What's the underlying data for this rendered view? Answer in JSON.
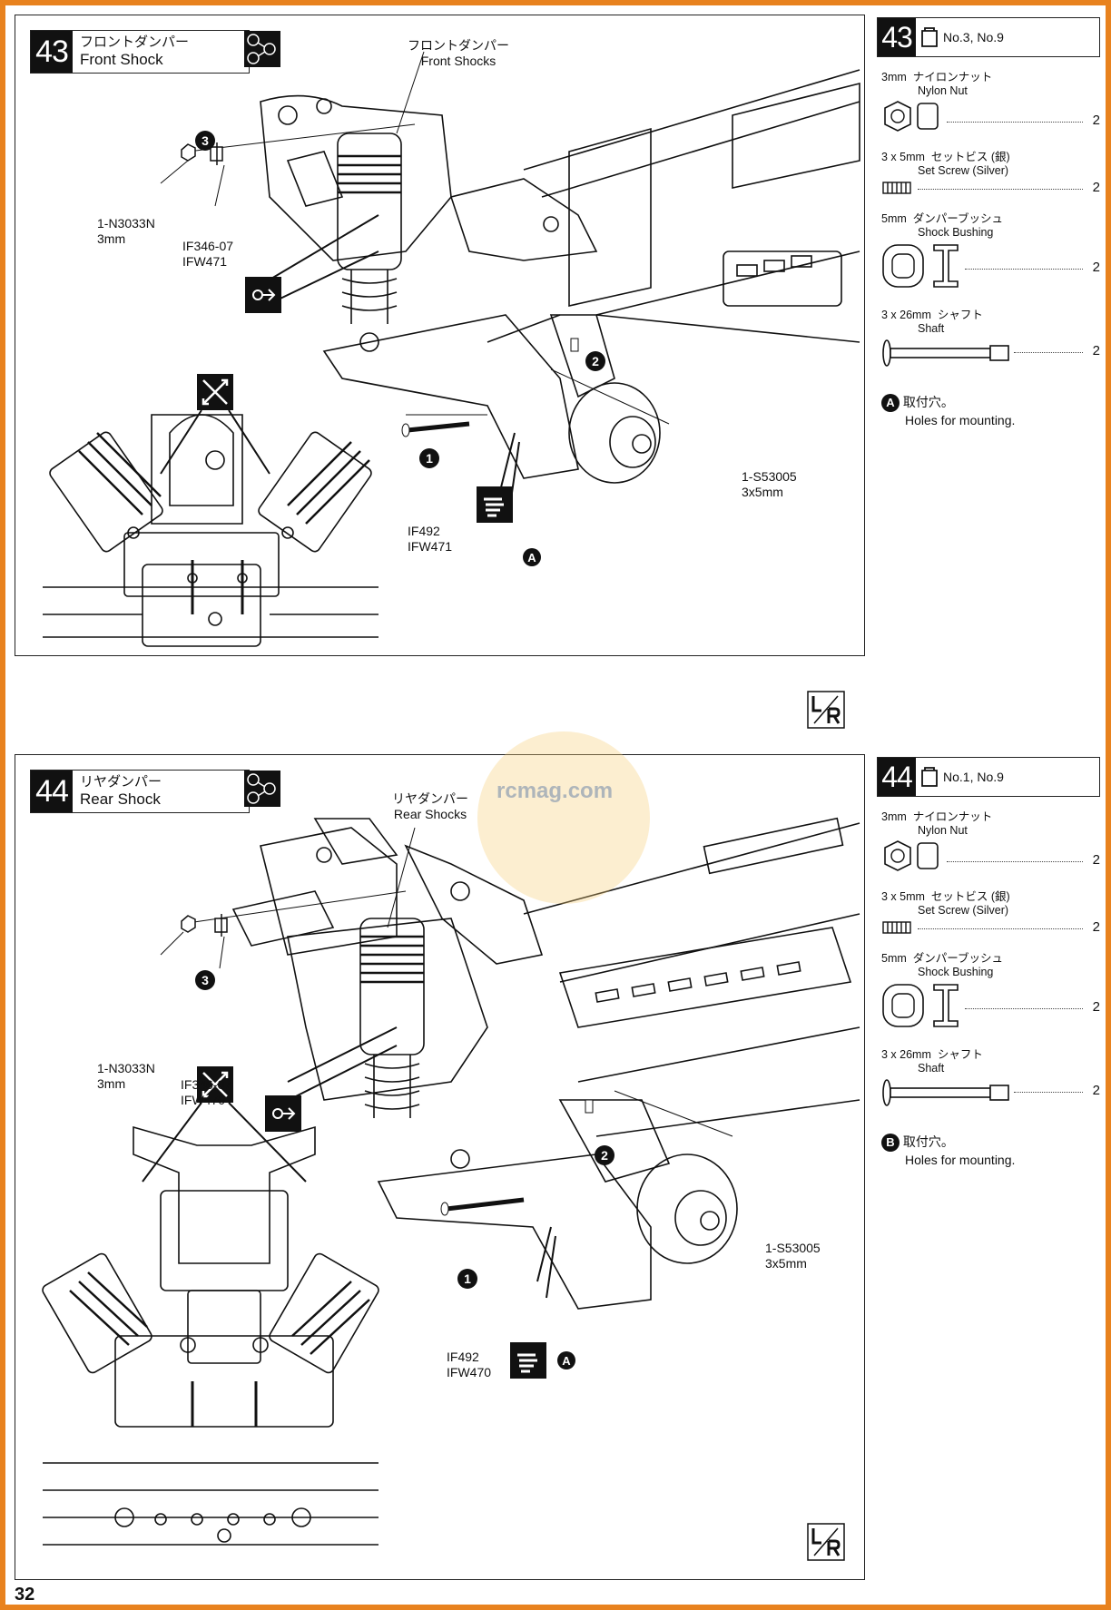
{
  "page_number": "32",
  "watermark": "rcmag.com",
  "steps": [
    {
      "number": "43",
      "title_jp": "フロントダンパー",
      "title_en": "Front Shock",
      "label_jp": "フロントダンパー",
      "label_en": "Front Shocks",
      "callouts": [
        "1",
        "2",
        "3"
      ],
      "nut_part": "1-N3033N",
      "nut_size": "3mm",
      "bushing_part": "IF346-07",
      "bushing_part2": "IFW471",
      "screw_part": "1-S53005",
      "screw_size": "3x5mm",
      "shaft_part": "IF492",
      "shaft_part2": "IFW471",
      "mark": "A",
      "lr": "L/R",
      "order_icon": "order-123-icon",
      "side": {
        "number": "43",
        "bags": "No.3, No.9",
        "parts": [
          {
            "size": "3mm",
            "jp": "ナイロンナット",
            "en": "Nylon Nut",
            "qty": "2"
          },
          {
            "size": "3 x 5mm",
            "jp": "セットビス (銀)",
            "en": "Set Screw (Silver)",
            "qty": "2"
          },
          {
            "size": "5mm",
            "jp": "ダンパーブッシュ",
            "en": "Shock Bushing",
            "qty": "2"
          },
          {
            "size": "3 x 26mm",
            "jp": "シャフト",
            "en": "Shaft",
            "qty": "2"
          }
        ],
        "note_mark": "A",
        "note_jp": "取付穴。",
        "note_en": "Holes for mounting."
      }
    },
    {
      "number": "44",
      "title_jp": "リヤダンパー",
      "title_en": "Rear Shock",
      "label_jp": "リヤダンパー",
      "label_en": "Rear Shocks",
      "callouts": [
        "1",
        "2",
        "3"
      ],
      "nut_part": "1-N3033N",
      "nut_size": "3mm",
      "bushing_part": "IF346-07",
      "bushing_part2": "IFW470",
      "screw_part": "1-S53005",
      "screw_size": "3x5mm",
      "shaft_part": "IF492",
      "shaft_part2": "IFW470",
      "mark": "A",
      "lr": "L/R",
      "order_icon": "order-123-icon",
      "side": {
        "number": "44",
        "bags": "No.1, No.9",
        "parts": [
          {
            "size": "3mm",
            "jp": "ナイロンナット",
            "en": "Nylon Nut",
            "qty": "2"
          },
          {
            "size": "3 x 5mm",
            "jp": "セットビス (銀)",
            "en": "Set Screw (Silver)",
            "qty": "2"
          },
          {
            "size": "5mm",
            "jp": "ダンパーブッシュ",
            "en": "Shock Bushing",
            "qty": "2"
          },
          {
            "size": "3 x 26mm",
            "jp": "シャフト",
            "en": "Shaft",
            "qty": "2"
          }
        ],
        "note_mark": "B",
        "note_jp": "取付穴。",
        "note_en": "Holes for mounting."
      }
    }
  ],
  "colors": {
    "border": "#e8821e",
    "ink": "#111111"
  }
}
